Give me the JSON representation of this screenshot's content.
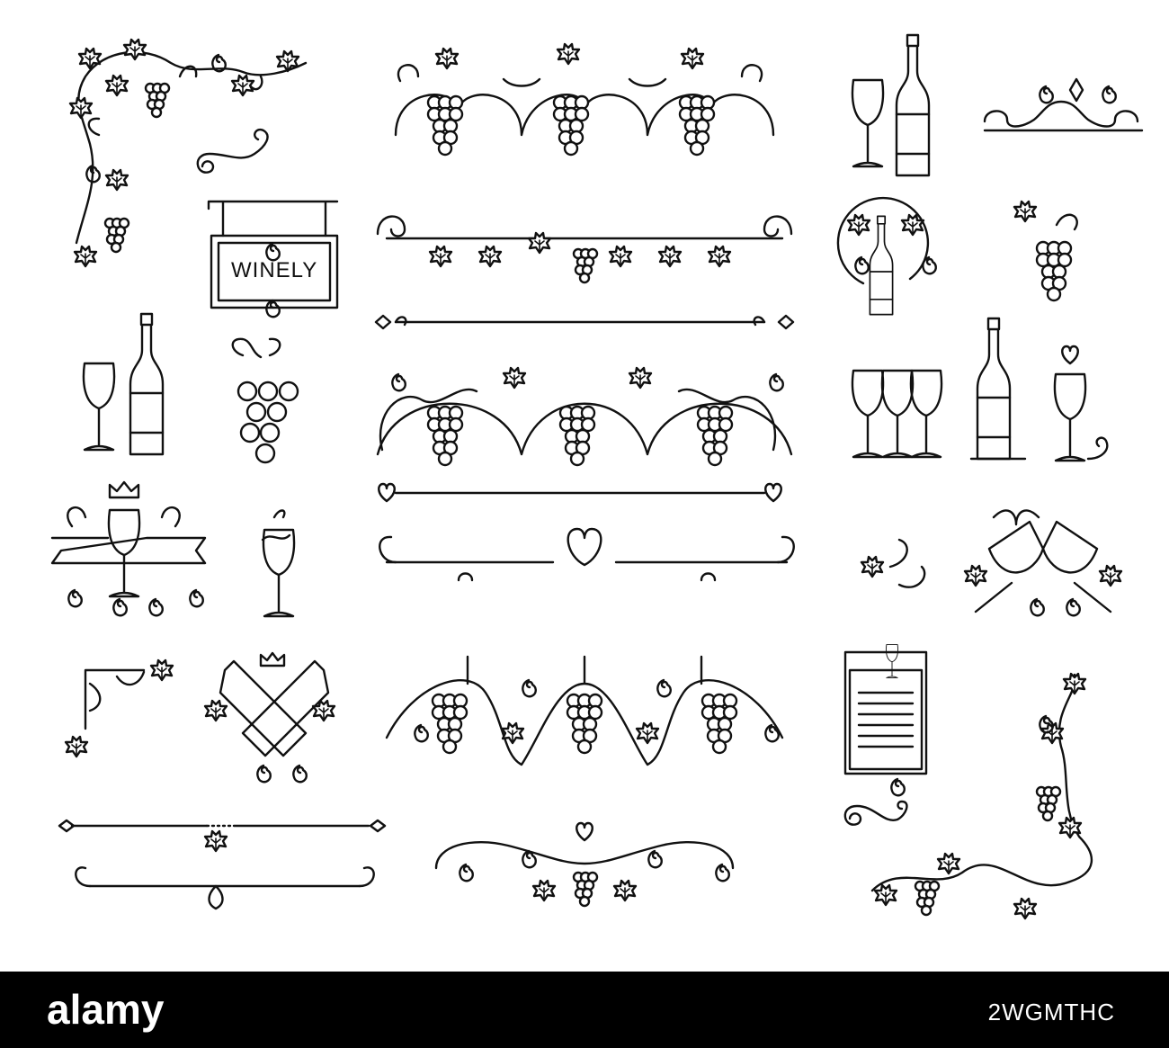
{
  "sign": {
    "text": "WINELY"
  },
  "footer": {
    "logo_text": "alamy",
    "stock_id": "2WGMTHC",
    "background": "#000000",
    "text_color": "#ffffff"
  },
  "colors": {
    "line": "#111111",
    "background": "#ffffff"
  },
  "icons": [
    "grape-vine-corner-icon",
    "grape-border-icon",
    "wine-glass-icon",
    "wine-bottle-icon",
    "sign-board-icon",
    "grape-bunch-icon",
    "crown-icon",
    "ribbon-icon",
    "wine-menu-icon",
    "crossed-bottles-icon",
    "toasting-glasses-icon",
    "heart-icon",
    "divider-icon",
    "swirl-icon"
  ]
}
